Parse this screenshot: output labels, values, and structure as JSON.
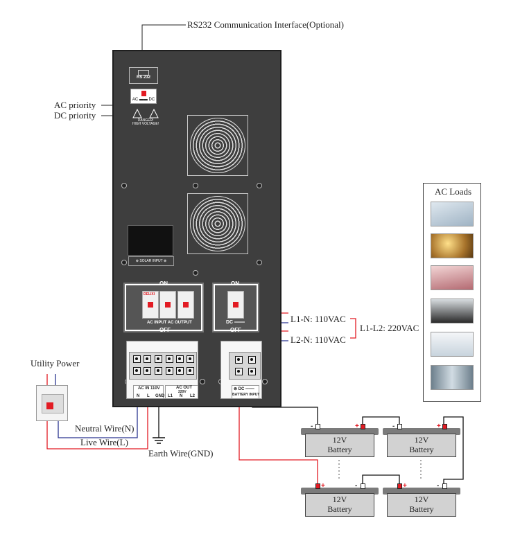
{
  "labels": {
    "rs232": "RS232 Communication Interface(Optional)",
    "ac_priority": "AC priority",
    "dc_priority": "DC priority",
    "l1n": "L1-N: 110VAC",
    "l2n": "L2-N: 110VAC",
    "l1l2": "L1-L2: 220VAC",
    "utility_power": "Utility Power",
    "neutral_wire": "Neutral Wire(N)",
    "live_wire": "Live Wire(L)",
    "earth_wire": "Earth Wire(GND)",
    "ac_loads": "AC Loads"
  },
  "panel": {
    "rs232_port": "RS 232",
    "switch_text": "AC ▬▬ DC",
    "danger": "DANGER!\nHIGH VOLTAGE!",
    "solar_input": "⊗ SOLAR INPUT ⊗",
    "on": "ON",
    "off": "OFF",
    "ac_input_output": "AC INPUT  AC OUTPUT",
    "dc": "DC ═══",
    "ac_in": "AC IN 110V",
    "ac_out": "AC OUT",
    "ac_out_volt": "220V",
    "term_n": "N",
    "term_l": "L",
    "term_gnd": "GND",
    "term_l1": "L1",
    "term_n2": "N",
    "term_l2": "L2",
    "dc_term": "⊗ DC ═══",
    "battery_input": "BATTERY INPUT",
    "breaker_brand": "DELIXI"
  },
  "batteries": [
    {
      "line1": "12V",
      "line2": "Battery"
    },
    {
      "line1": "12V",
      "line2": "Battery"
    },
    {
      "line1": "12V",
      "line2": "Battery"
    },
    {
      "line1": "12V",
      "line2": "Battery"
    }
  ],
  "polarity": {
    "neg": "-",
    "pos": "+"
  },
  "load_icons": [
    "fan-icon",
    "lamp-icon",
    "laptop-icon",
    "stove-icon",
    "air-conditioner-icon",
    "refrigerator-icon"
  ],
  "colors": {
    "live": "#e21b23",
    "neutral": "#2b3590",
    "ground": "#111111",
    "battery_body": "#d2d2d2"
  }
}
